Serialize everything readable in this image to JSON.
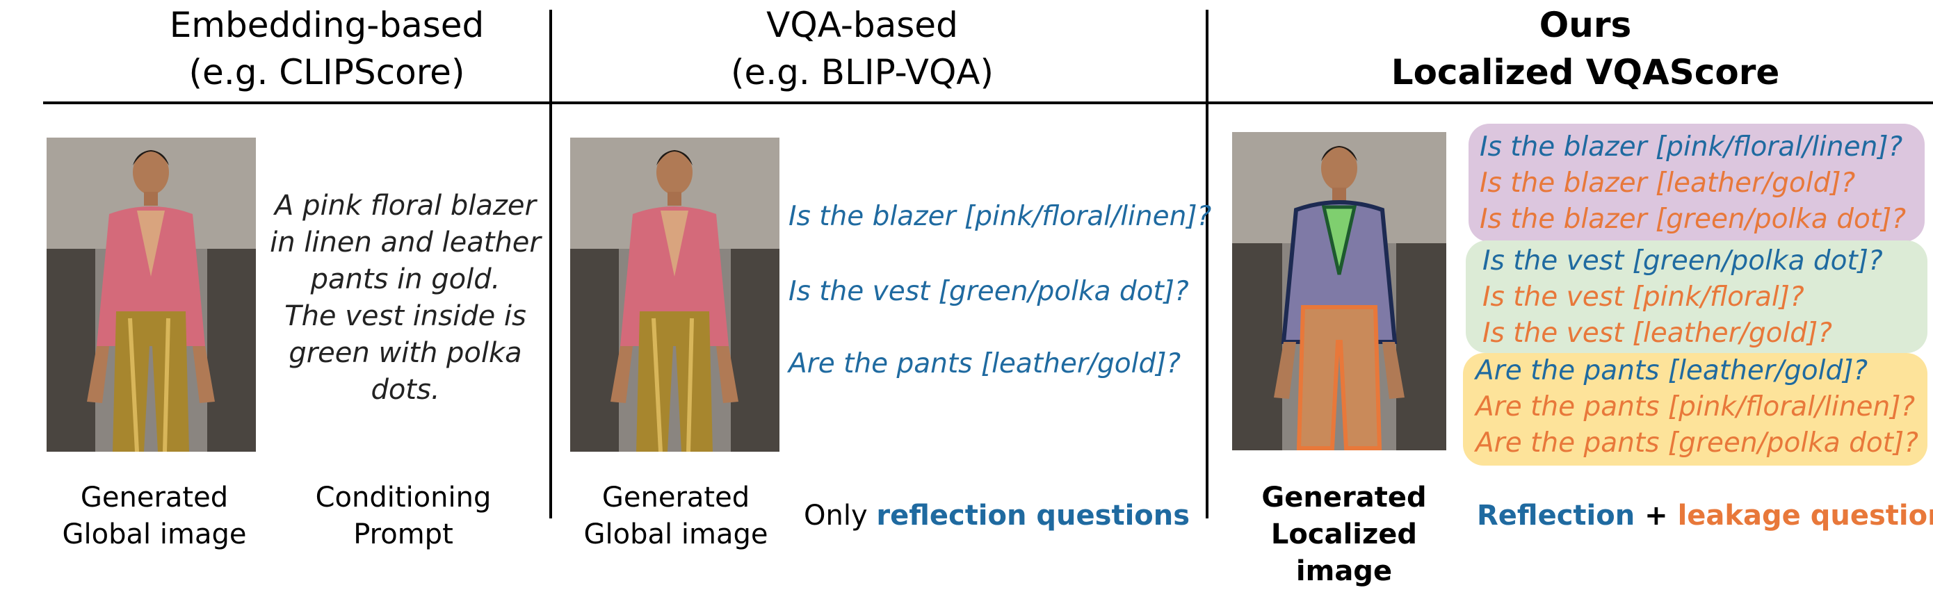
{
  "headers": {
    "embedding": [
      "Embedding-based",
      "(e.g. CLIPScore)"
    ],
    "vqa": [
      "VQA-based",
      "(e.g. BLIP-VQA)"
    ],
    "ours": [
      "Ours",
      "Localized VQAScore"
    ]
  },
  "prompt_lines": [
    "A pink floral blazer",
    "in linen and leather",
    "pants in gold.",
    "The vest inside is",
    "green with polka",
    "dots."
  ],
  "vqa_questions": [
    "Is the blazer [pink/floral/linen]?",
    "Is the vest [green/polka dot]?",
    "Are the pants [leather/gold]?"
  ],
  "ours_groups": [
    {
      "color": "#dcc6de",
      "questions": [
        {
          "text": "Is the blazer [pink/floral/linen]?",
          "kind": "reflection"
        },
        {
          "text": "Is the blazer [leather/gold]?",
          "kind": "leakage"
        },
        {
          "text": "Is the blazer [green/polka dot]?",
          "kind": "leakage"
        }
      ]
    },
    {
      "color": "#dcebd6",
      "questions": [
        {
          "text": "Is the vest [green/polka dot]?",
          "kind": "reflection"
        },
        {
          "text": "Is the vest [pink/floral]?",
          "kind": "leakage"
        },
        {
          "text": "Is the vest [leather/gold]?",
          "kind": "leakage"
        }
      ]
    },
    {
      "color": "#fde39a",
      "questions": [
        {
          "text": "Are the pants [leather/gold]?",
          "kind": "reflection"
        },
        {
          "text": "Are the pants [pink/floral/linen]?",
          "kind": "leakage"
        },
        {
          "text": "Are the pants [green/polka dot]?",
          "kind": "leakage"
        }
      ]
    }
  ],
  "captions": {
    "generated_global_1": [
      "Generated",
      "Global image"
    ],
    "conditioning_prompt": [
      "Conditioning",
      "Prompt"
    ],
    "generated_global_2": [
      "Generated",
      "Global image"
    ],
    "only_prefix": "Only ",
    "only_bold": "reflection questions",
    "generated_localized": [
      "Generated",
      "Localized image"
    ],
    "reflection_word": "Reflection",
    "plus": " + ",
    "leakage_word": "leakage questions"
  },
  "colors": {
    "reflection": "#1f6aa0",
    "leakage": "#e8783a",
    "blazer_box": "#dcc6de",
    "vest_box": "#dcebd6",
    "pants_box": "#fde39a"
  }
}
